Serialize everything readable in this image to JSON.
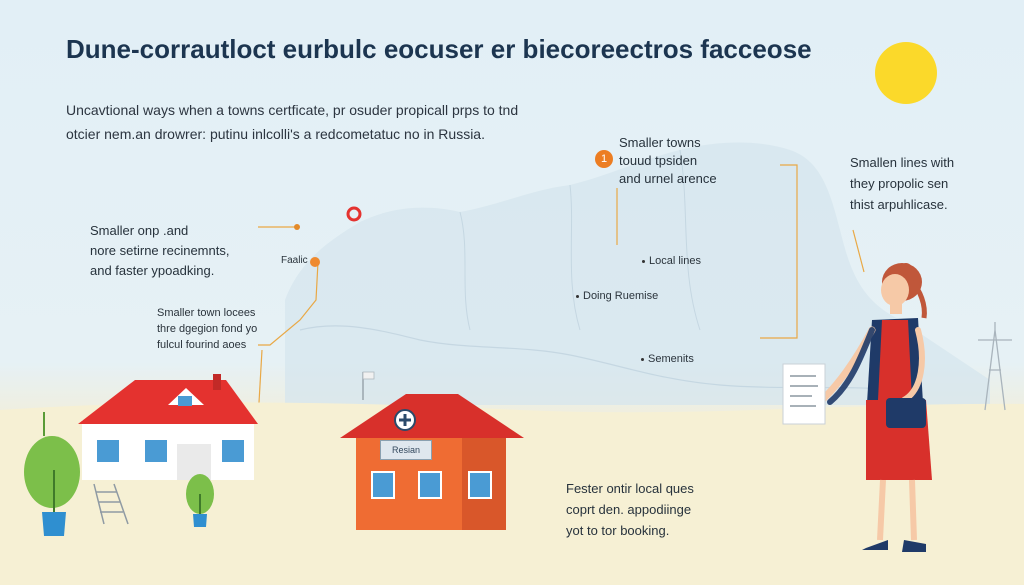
{
  "title": "Dune-corrautloct eurbulc eocuser er biecoreectros facceose",
  "intro": {
    "line1": "Uncavtional ways when a towns certficate, pr osuder propicall prps to tnd",
    "line2": "otcier nem.an drowrer: putinu inlcolli's a redcometatuc no in Russia."
  },
  "labels": {
    "left_top": [
      "Smaller onp .and",
      "nore setirne recinemnts,",
      "and faster ypoadking."
    ],
    "left_mid": [
      "Smaller town locees",
      "thre dgegion fond yo",
      "fulcul fourind aoes"
    ],
    "map_pin": "Faalic",
    "badge_number": "1",
    "map_top": [
      "Smaller towns",
      "touud tpsiden",
      "and urnel arence"
    ],
    "local_lines": "Local lines",
    "doing": "Doing Ruemise",
    "semenits": "Semenits",
    "right": [
      "Smallen lines with",
      "they propolic sen",
      "thist arpuhlicase."
    ],
    "bottom": [
      "Fester ontir local ques",
      "coprt den. appodiinge",
      "yot to tor booking."
    ],
    "house_sign": "Resian"
  },
  "colors": {
    "sun": "#fbd92a",
    "roof_red": "#e4322f",
    "clinic_orange": "#ef6c33",
    "accent_orange": "#ec7d22",
    "tree_green": "#7cbf4a",
    "person_red": "#d8302b",
    "person_vest": "#1f3a68"
  }
}
